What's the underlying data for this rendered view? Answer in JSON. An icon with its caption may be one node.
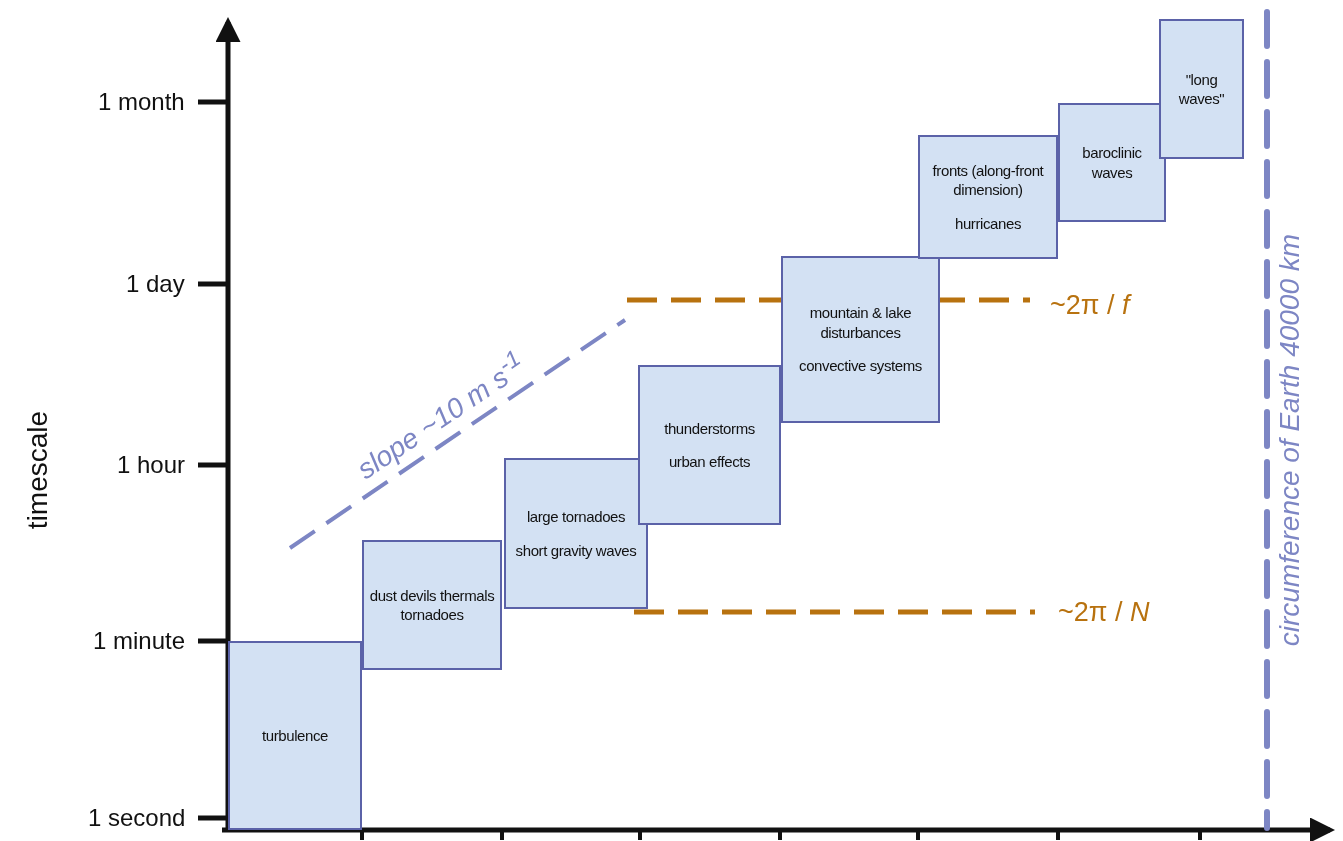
{
  "diagram": {
    "nodes": [
      {
        "text": [
          "turbulence"
        ]
      },
      {
        "text": [
          "dust devils thermals tornadoes"
        ]
      },
      {
        "text": [
          "large tornadoes",
          "short gravity waves"
        ]
      },
      {
        "text": [
          "thunderstorms",
          "urban effects"
        ]
      },
      {
        "text": [
          "mountain & lake disturbances",
          "convective systems"
        ]
      },
      {
        "text": [
          "fronts (along-front dimension)",
          "hurricanes"
        ]
      },
      {
        "text": [
          "baroclinic waves"
        ]
      },
      {
        "text": [
          "\"long waves\""
        ]
      }
    ],
    "edges": [],
    "labels": [
      "1 month",
      "1 day",
      "1 hour",
      "1 minute",
      "1 second",
      "timescale",
      "slope ~10 m s$^{-1}$",
      "~2π / *f*",
      "~2π / *N*",
      "circumference of Earth 40000 km"
    ]
  }
}
